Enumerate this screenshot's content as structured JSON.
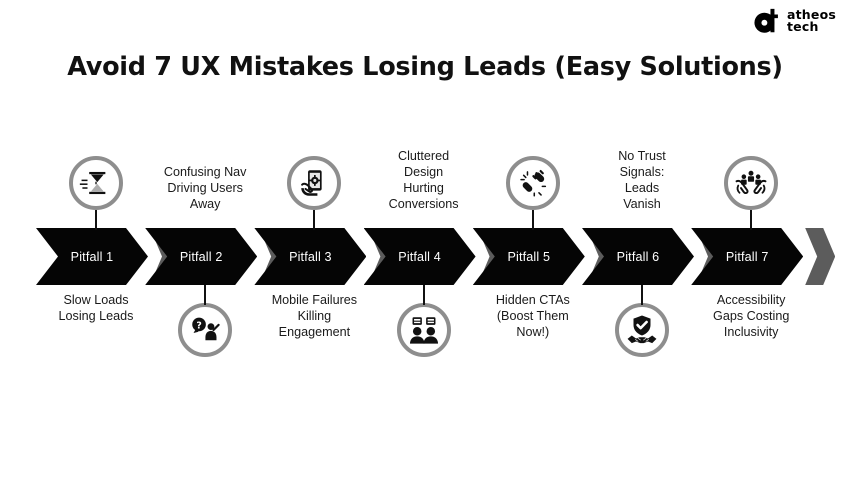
{
  "brand": {
    "logo_line1": "atheos",
    "logo_line2": "tech",
    "mark_name": "at-monogram-logo"
  },
  "header": {
    "title": "Avoid 7 UX Mistakes Losing Leads (Easy Solutions)"
  },
  "theme": {
    "chevron_fill": "#050505",
    "chevron_separator": "#5c5c5c",
    "chevron_text": "#ffffff",
    "ring_stroke": "#8e8e8e",
    "caption_text": "#1a1a1a",
    "background": "#ffffff"
  },
  "steps": [
    {
      "id": 1,
      "chevron_label": "Pitfall 1",
      "caption": "Slow Loads\nLosing Leads",
      "caption_lines": [
        "Slow Loads",
        "Losing Leads"
      ],
      "caption_position": "below",
      "icon": "hourglass-speed-icon",
      "icon_position": "above"
    },
    {
      "id": 2,
      "chevron_label": "Pitfall 2",
      "caption": "Confusing Nav\nDriving Users\nAway",
      "caption_lines": [
        "Confusing Nav",
        "Driving Users",
        "Away"
      ],
      "caption_position": "above",
      "icon": "confused-user-question-icon",
      "icon_position": "below"
    },
    {
      "id": 3,
      "chevron_label": "Pitfall 3",
      "caption": "Mobile Failures\nKilling\nEngagement",
      "caption_lines": [
        "Mobile Failures",
        "Killing",
        "Engagement"
      ],
      "caption_position": "below",
      "icon": "hand-holding-phone-gear-icon",
      "icon_position": "above"
    },
    {
      "id": 4,
      "chevron_label": "Pitfall 4",
      "caption": "Cluttered\nDesign\nHurting\nConversions",
      "caption_lines": [
        "Cluttered",
        "Design",
        "Hurting",
        "Conversions"
      ],
      "caption_position": "above",
      "icon": "two-users-screens-icon",
      "icon_position": "below"
    },
    {
      "id": 5,
      "chevron_label": "Pitfall 5",
      "caption": "Hidden CTAs\n(Boost Them\nNow!)",
      "caption_lines": [
        "Hidden CTAs",
        "(Boost Them",
        "Now!)"
      ],
      "caption_position": "below",
      "icon": "broken-link-click-icon",
      "icon_position": "above"
    },
    {
      "id": 6,
      "chevron_label": "Pitfall 6",
      "caption": "No Trust\nSignals:\nLeads\nVanish",
      "caption_lines": [
        "No Trust",
        "Signals:",
        "Leads",
        "Vanish"
      ],
      "caption_position": "above",
      "icon": "shield-check-handshake-icon",
      "icon_position": "below"
    },
    {
      "id": 7,
      "chevron_label": "Pitfall 7",
      "caption": "Accessibility\nGaps Costing\nInclusivity",
      "caption_lines": [
        "Accessibility",
        "Gaps Costing",
        "Inclusivity"
      ],
      "caption_position": "below",
      "icon": "hands-holding-people-icon",
      "icon_position": "above"
    }
  ]
}
